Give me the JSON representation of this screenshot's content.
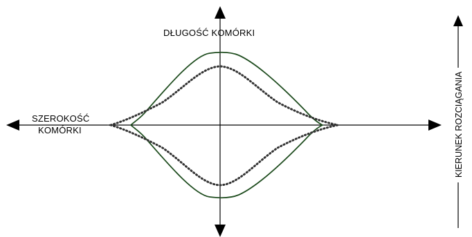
{
  "labels": {
    "vertical_axis": "DŁUGOŚĆ KOMÓRKI",
    "horizontal_axis_line1": "SZEROKOŚĆ",
    "horizontal_axis_line2": "KOMÓRKI",
    "stretch_direction": "KIERUNEK ROZCIĄGANIA"
  },
  "colors": {
    "solid_curve": "#1f4d1f",
    "dotted_curve": "#333333",
    "axes": "#000000"
  }
}
